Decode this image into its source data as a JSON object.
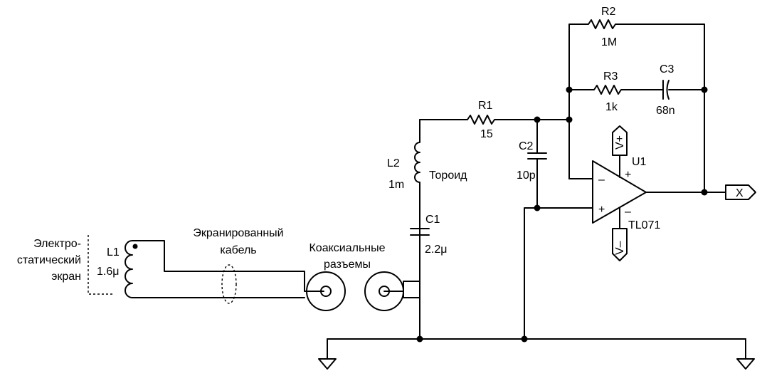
{
  "components": {
    "R1": {
      "ref": "R1",
      "value": "15"
    },
    "R2": {
      "ref": "R2",
      "value": "1M"
    },
    "R3": {
      "ref": "R3",
      "value": "1k"
    },
    "C1": {
      "ref": "C1",
      "value": "2.2μ"
    },
    "C2": {
      "ref": "C2",
      "value": "10p"
    },
    "C3": {
      "ref": "C3",
      "value": "68n"
    },
    "L1": {
      "ref": "L1",
      "value": "1.6μ"
    },
    "L2": {
      "ref": "L2",
      "value": "1m"
    },
    "U1": {
      "ref": "U1",
      "part": "TL071",
      "vplus": "V+",
      "vminus": "V–",
      "minus_sign": "–",
      "plus_sign": "+",
      "pin_plus": "+",
      "pin_minus": "–"
    }
  },
  "labels": {
    "toroid": "Тороид",
    "shield_line1": "Электро-",
    "shield_line2": "статический",
    "shield_line3": "экран",
    "cable_line1": "Экранированный",
    "cable_line2": "кабель",
    "connectors_line1": "Коаксиальные",
    "connectors_line2": "разъемы",
    "output": "X"
  }
}
